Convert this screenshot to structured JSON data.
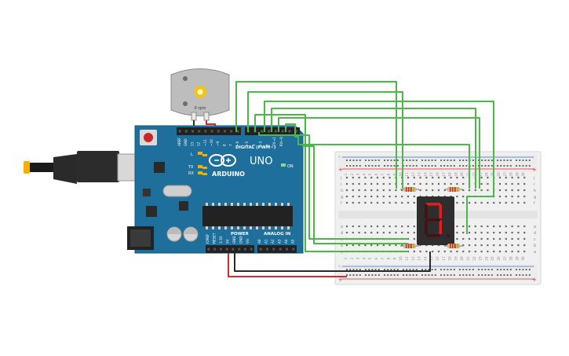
{
  "motor": {
    "speed_label": "0 rpm"
  },
  "arduino": {
    "brand": "ARDUINO",
    "model": "UNO",
    "digital_label": "DIGITAL (PWM~)",
    "power_label": "POWER",
    "analog_label": "ANALOG IN",
    "led_l": "L",
    "led_tx": "TX",
    "led_rx": "RX",
    "led_on": "ON",
    "top_pins": [
      "AREF",
      "GND",
      "13",
      "12",
      "~11",
      "~10",
      "~9",
      "8",
      "7",
      "~6",
      "~5",
      "4",
      "~3",
      "2",
      "TX→1",
      "RX←0"
    ],
    "power_pins": [
      "IOREF",
      "RESET",
      "3.3V",
      "5V",
      "GND",
      "GND",
      "Vin"
    ],
    "analog_pins": [
      "A0",
      "A1",
      "A2",
      "A3",
      "A4",
      "A5"
    ]
  },
  "breadboard": {
    "top_rows": [
      "j",
      "i",
      "h",
      "g",
      "f"
    ],
    "bottom_rows": [
      "e",
      "d",
      "c",
      "b",
      "a"
    ],
    "columns": [
      "1",
      "2",
      "3",
      "4",
      "5",
      "6",
      "7",
      "8",
      "9",
      "10",
      "11",
      "12",
      "13",
      "14",
      "15",
      "16",
      "17",
      "18",
      "19",
      "20",
      "21",
      "22",
      "23",
      "24",
      "25",
      "26",
      "27",
      "28",
      "29",
      "30"
    ],
    "rail_plus": "+",
    "rail_minus": "-"
  },
  "display": {
    "digit": "7"
  },
  "colors": {
    "board": "#1f6f9c",
    "wire_signal": "#4cb848",
    "wire_power": "#d62b2b",
    "wire_ground": "#2a2a2a",
    "segment_on": "#e02020",
    "segment_off": "#4a1010"
  }
}
